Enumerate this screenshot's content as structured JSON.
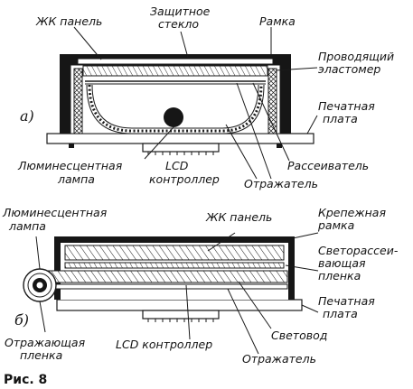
{
  "figure": {
    "caption": "Рис. 8",
    "panel_a": "а)",
    "panel_b": "б)"
  },
  "labels_a": {
    "lcd_panel": "ЖК панель",
    "protective_glass_1": "Защитное",
    "protective_glass_2": "стекло",
    "frame": "Рамка",
    "elastomer_1": "Проводящий",
    "elastomer_2": "эластомер",
    "pcb_1": "Печатная",
    "pcb_2": "плата",
    "lamp_1": "Люминесцентная",
    "lamp_2": "лампа",
    "controller_1": "LCD",
    "controller_2": "контроллер",
    "diffuser": "Рассеиватель",
    "reflector": "Отражатель"
  },
  "labels_b": {
    "lamp_1": "Люминесцентная",
    "lamp_2": "лампа",
    "lcd_panel": "ЖК панель",
    "mount_frame_1": "Крепежная",
    "mount_frame_2": "рамка",
    "diffuser_film_1": "Светорассеи-",
    "diffuser_film_2": "вающая",
    "diffuser_film_3": "пленка",
    "pcb_1": "Печатная",
    "pcb_2": "плата",
    "reflective_film_1": "Отражающая",
    "reflective_film_2": "пленка",
    "controller": "LCD контроллер",
    "lightguide": "Световод",
    "reflector": "Отражатель"
  }
}
